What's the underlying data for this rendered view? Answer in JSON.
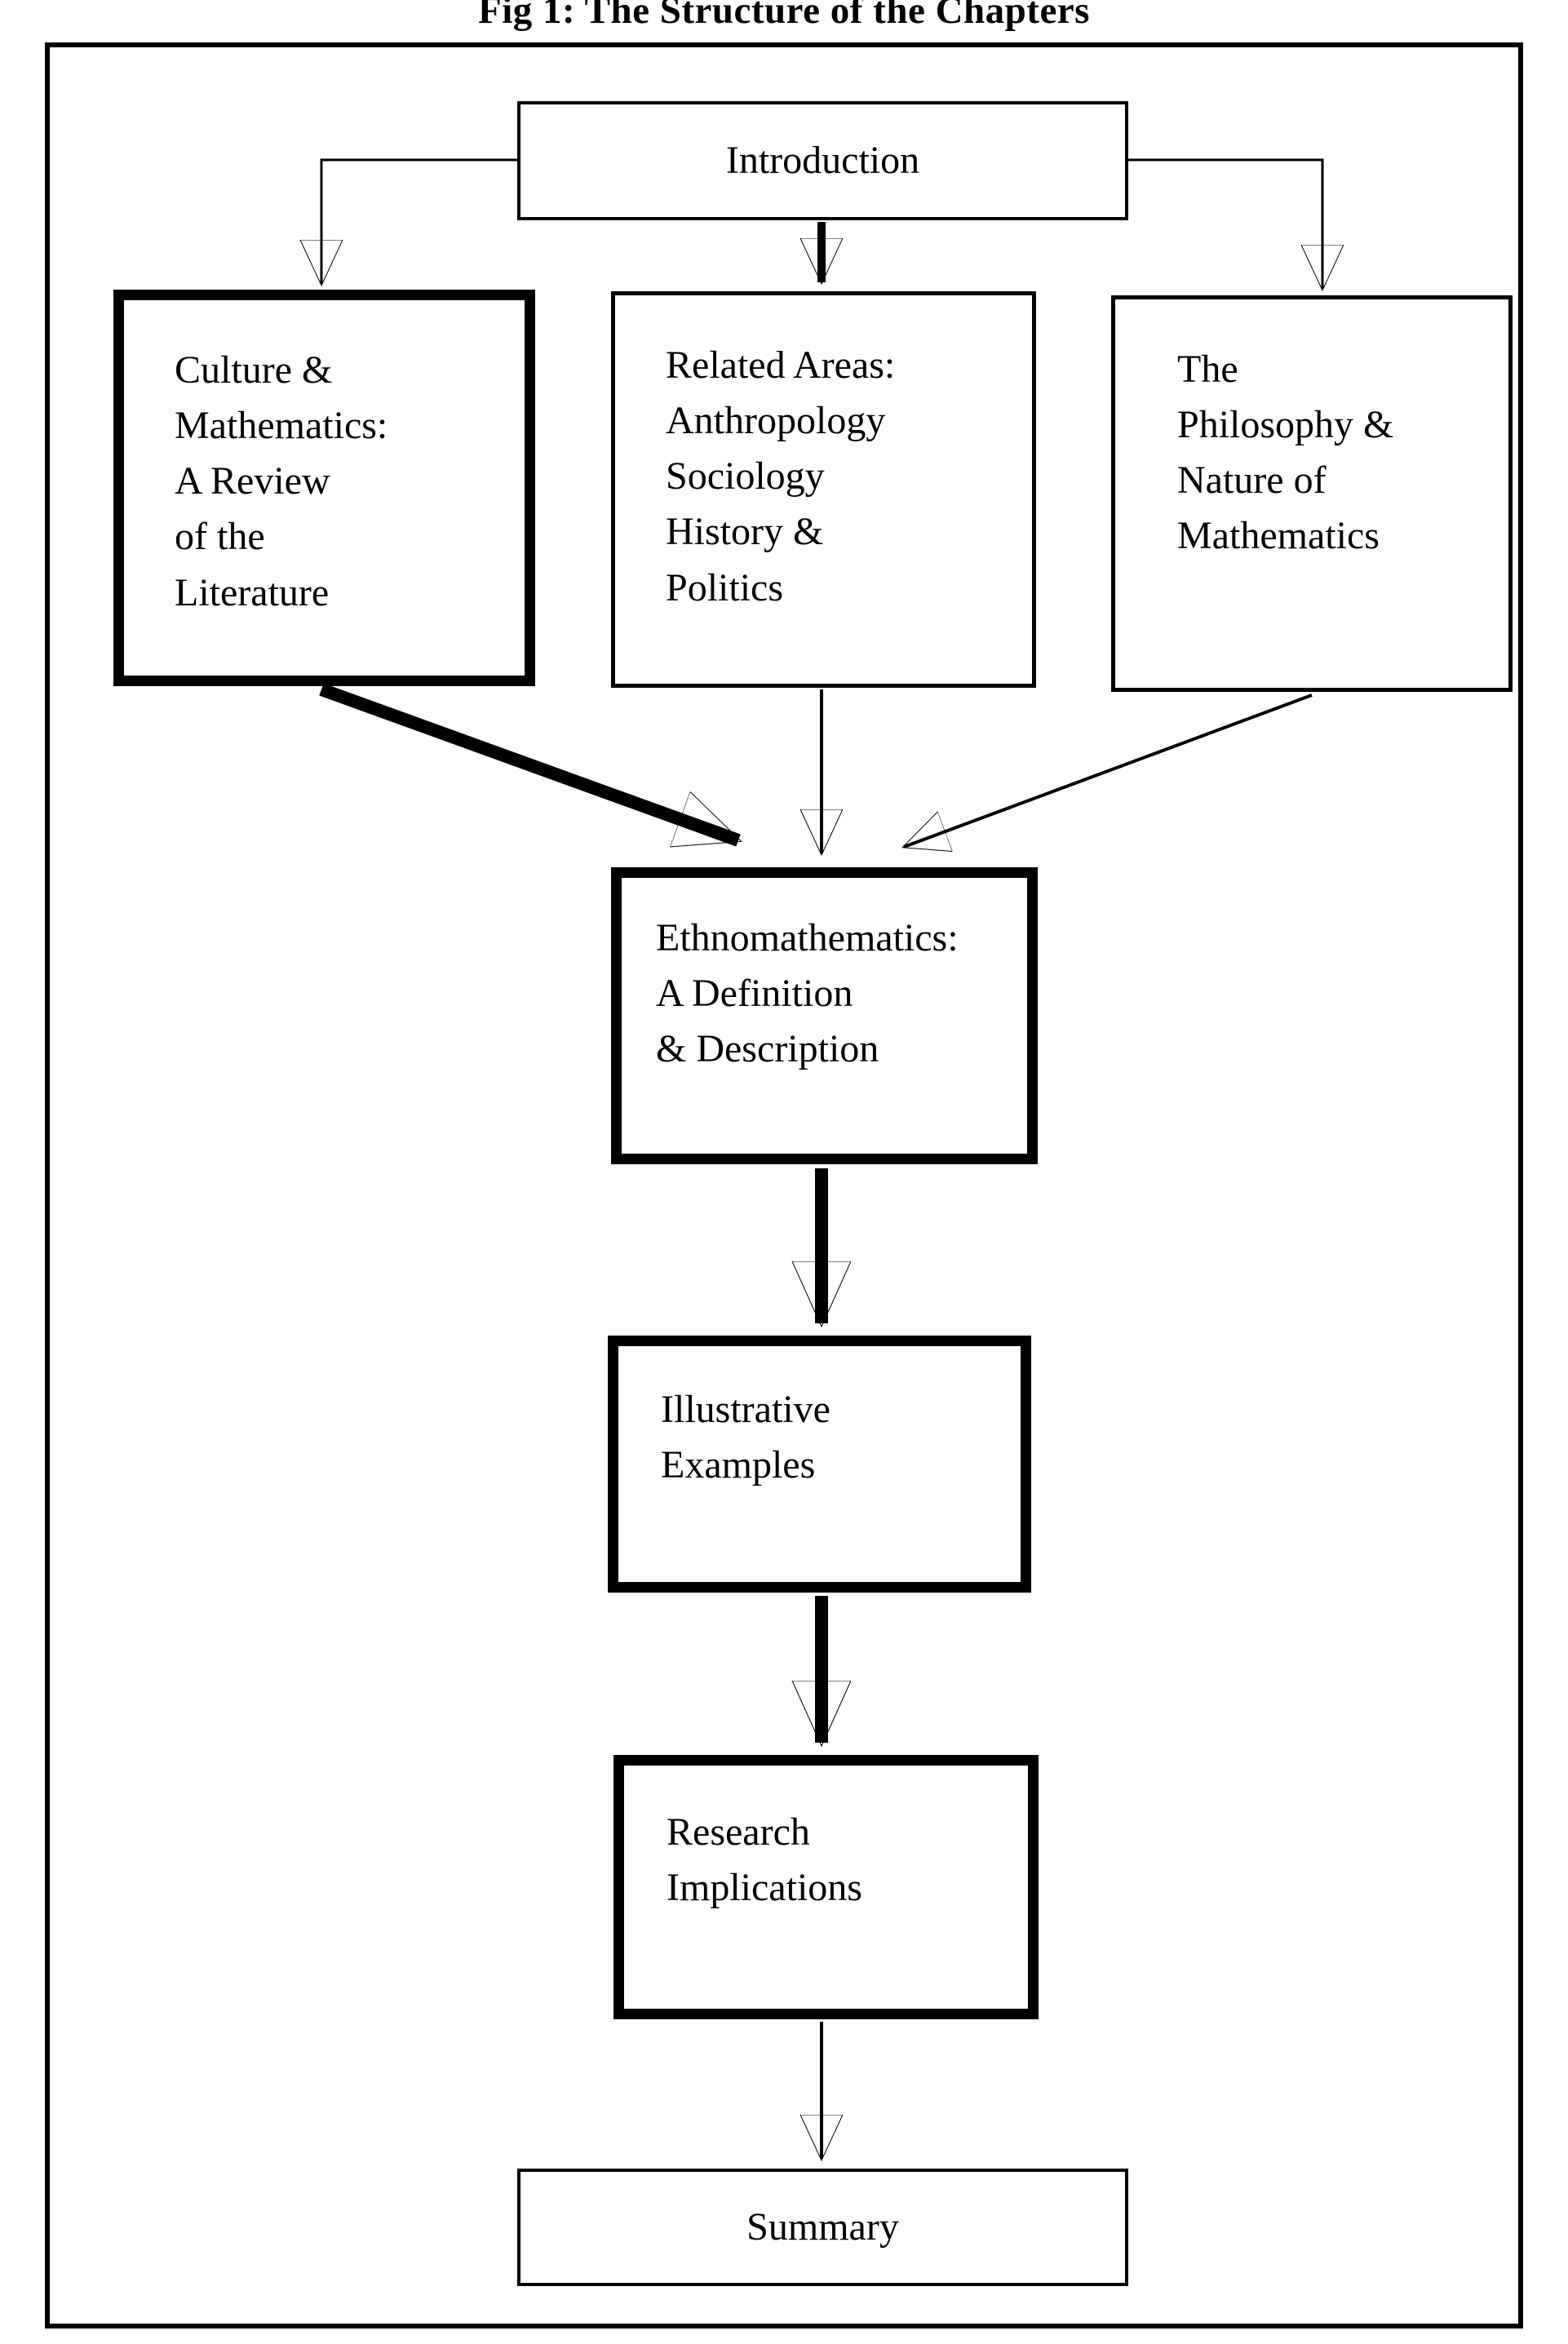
{
  "title": "Fig 1: The Structure of the Chapters",
  "nodes": {
    "introduction": {
      "label": "Introduction"
    },
    "culture": {
      "label": "Culture &\nMathematics:\nA Review\nof the\nLiterature"
    },
    "related": {
      "label": "Related Areas:\nAnthropology\nSociology\nHistory &\nPolitics"
    },
    "philosophy": {
      "label": "The\nPhilosophy &\nNature of\nMathematics"
    },
    "ethnomathematics": {
      "label": "Ethnomathematics:\nA Definition\n& Description"
    },
    "illustrative": {
      "label": "Illustrative\nExamples"
    },
    "research": {
      "label": "Research\nImplications"
    },
    "summary": {
      "label": "Summary"
    }
  },
  "colors": {
    "ink": "#000000",
    "background": "#ffffff"
  }
}
